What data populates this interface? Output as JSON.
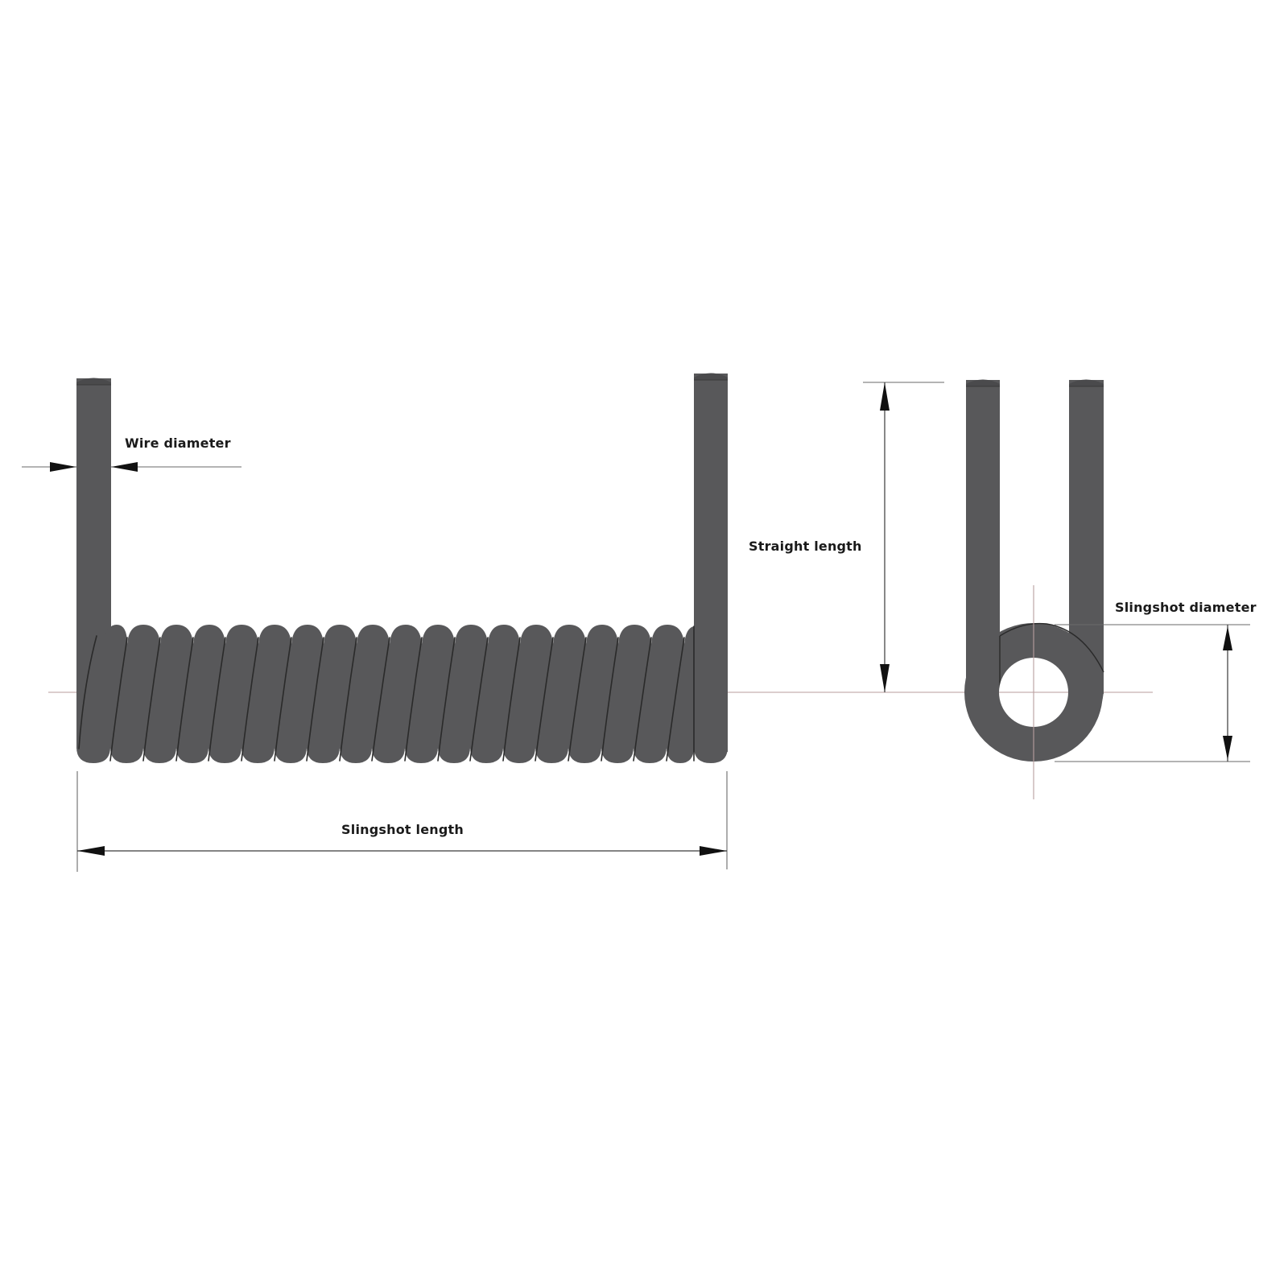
{
  "diagram": {
    "type": "technical-drawing",
    "subject": "double torsion spring (slingshot spring)",
    "colors": {
      "background": "#ffffff",
      "wire": "#58585a",
      "wire_outline": "#2a2a2a",
      "dimension_line": "#3a3a3a",
      "centerline": "#b89e9e",
      "label_text": "#1a1a1a"
    },
    "front_view": {
      "coil_count": 20,
      "labels": {
        "wire_diameter": "Wire diameter",
        "slingshot_length": "Slingshot length"
      }
    },
    "side_view": {
      "labels": {
        "straight_length": "Straight length",
        "slingshot_diameter": "Slingshot diameter"
      }
    }
  }
}
